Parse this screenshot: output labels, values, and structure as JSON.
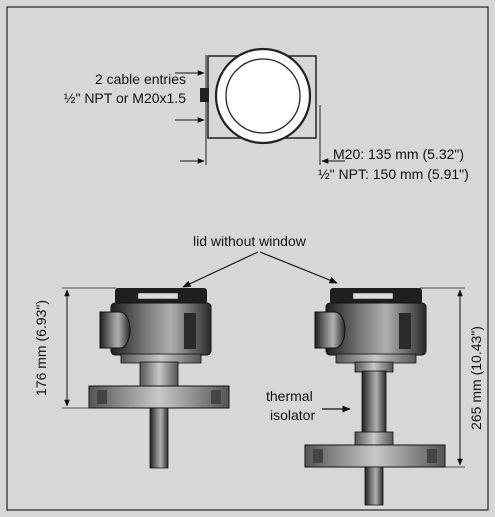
{
  "figure": {
    "top_view": {
      "cable_entries_line1": "2 cable entries",
      "cable_entries_line2": "½\" NPT or M20x1.5",
      "dim_m20": "M20: 135 mm (5.32\")",
      "dim_npt": "½\" NPT: 150 mm (5.91\")"
    },
    "lid_label": "lid without window",
    "left_height": "176 mm (6.93\")",
    "right_height": "265 mm (10.43\")",
    "isolator_line1": "thermal",
    "isolator_line2": "isolator"
  },
  "colors": {
    "background": "#d7d7d7",
    "line": "#1a1a1a",
    "housing_dark": "#2b2b2b",
    "housing_light": "#9a9a9a"
  }
}
